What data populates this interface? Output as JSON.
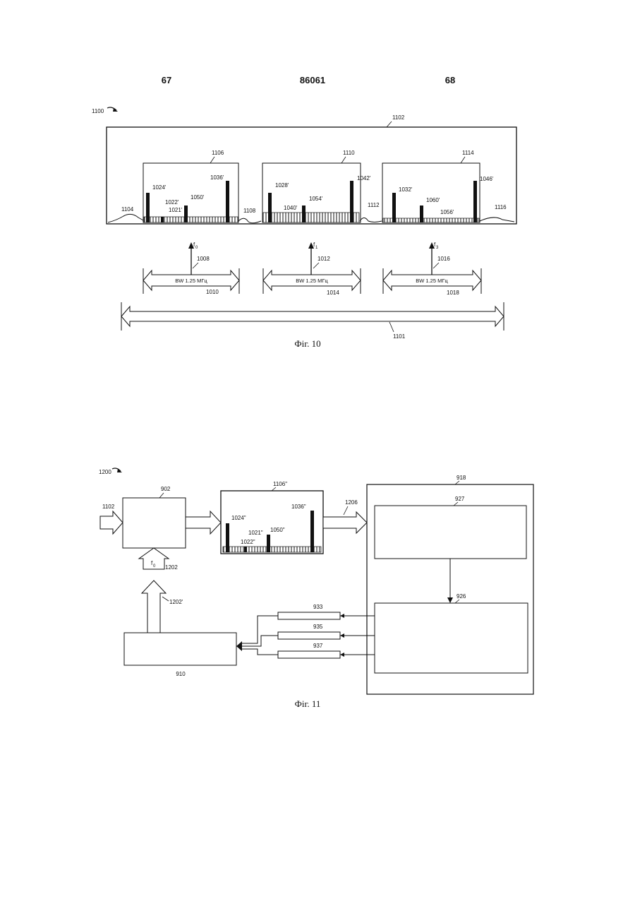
{
  "header": {
    "left_page": "67",
    "center_number": "86061",
    "right_page": "68"
  },
  "figure10": {
    "ref": "1100",
    "caption": "Фіг. 10",
    "outer_box": "1102",
    "total_band": "1101",
    "noise_labels": {
      "n1104": "1104",
      "n1108": "1108",
      "n1112": "1112",
      "n1116": "1116"
    },
    "channels": [
      {
        "box": "1106",
        "pilot_a": "1024'",
        "pilot_b": "1036'",
        "tone_a": "1022'",
        "tone_b": "1021'",
        "tone_c": "1050'",
        "freq_symbol": "f",
        "freq_sub": "0",
        "freq_ref": "1008",
        "bw_text": "BW  1.25 МГц",
        "bw_ref": "1010"
      },
      {
        "box": "1110",
        "pilot_a": "1028'",
        "pilot_b": "1042'",
        "tone_a": "1040'",
        "tone_b": "1054'",
        "freq_symbol": "f",
        "freq_sub": "1",
        "freq_ref": "1012",
        "bw_text": "BW  1.25 МГц",
        "bw_ref": "1014"
      },
      {
        "box": "1114",
        "pilot_a": "1032'",
        "pilot_b": "1046'",
        "tone_a": "1060'",
        "tone_b": "1056'",
        "freq_symbol": "f",
        "freq_sub": "3",
        "freq_ref": "1016",
        "bw_text": "BW  1.25 МГц",
        "bw_ref": "1018"
      }
    ]
  },
  "figure11": {
    "ref": "1200",
    "caption": "Фіг. 11",
    "input_ref": "1102",
    "block_902": "902",
    "spectrum_box": "1106\"",
    "spectrum_labels": {
      "pilot_a": "1024\"",
      "pilot_b": "1036\"",
      "tone_a": "1022\"",
      "tone_b": "1021\"",
      "tone_c": "1050\""
    },
    "output_ref": "1206",
    "block_918": "918",
    "block_927": "927",
    "block_926": "926",
    "freq_symbol": "f",
    "freq_sub": "0",
    "freq_ref": "1202",
    "freq_ref2": "1202'",
    "block_910": "910",
    "feedback": [
      "933",
      "935",
      "937"
    ]
  }
}
